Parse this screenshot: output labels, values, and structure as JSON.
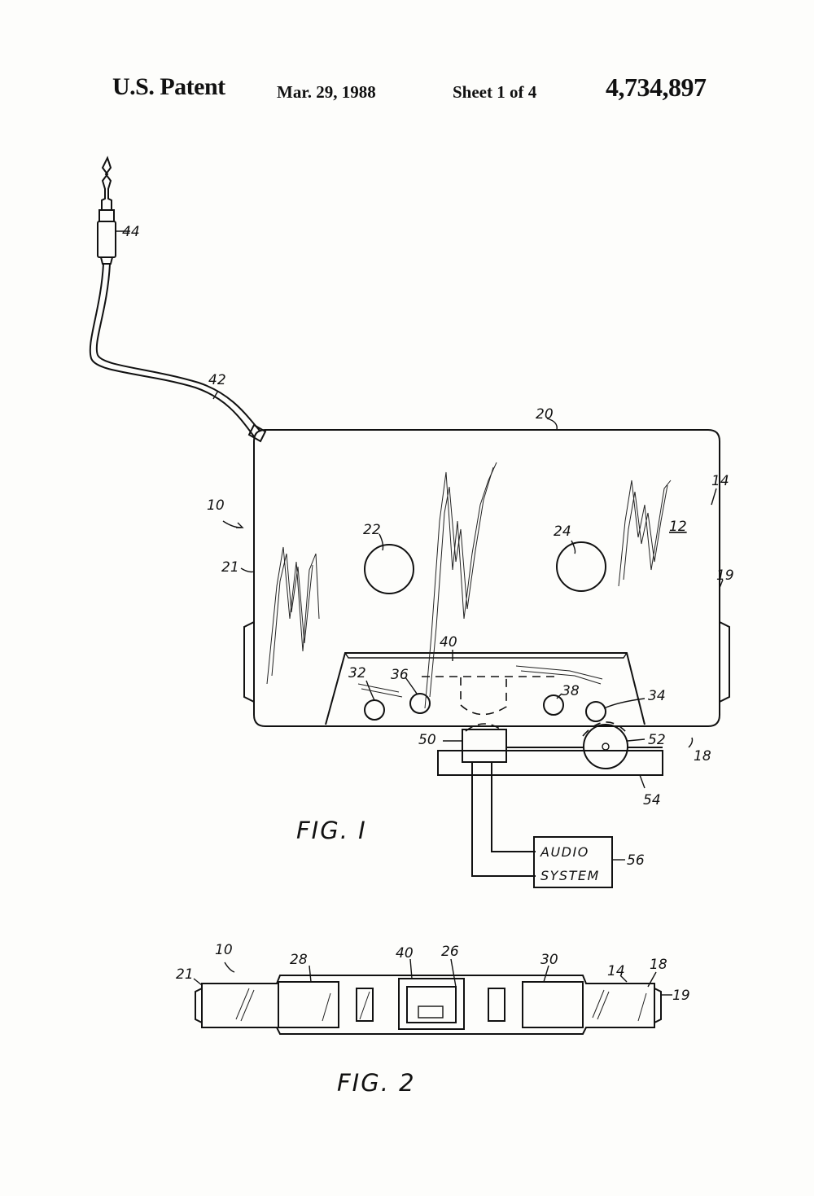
{
  "header": {
    "label": "U.S. Patent",
    "date": "Mar. 29, 1988",
    "sheet": "Sheet 1 of 4",
    "number": "4,734,897"
  },
  "figures": {
    "fig1": {
      "caption": "FIG. I",
      "box": {
        "line1": "AUDIO",
        "line2": "SYSTEM"
      },
      "refs": {
        "r10": "10",
        "r12": "12",
        "r14": "14",
        "r18": "18",
        "r19": "19",
        "r20": "20",
        "r21": "21",
        "r22": "22",
        "r24": "24",
        "r32": "32",
        "r34": "34",
        "r36": "36",
        "r38": "38",
        "r40": "40",
        "r42": "42",
        "r44": "44",
        "r50": "50",
        "r52": "52",
        "r54": "54",
        "r56": "56"
      }
    },
    "fig2": {
      "caption": "FIG. 2",
      "refs": {
        "r10": "10",
        "r14": "14",
        "r18": "18",
        "r19": "19",
        "r21": "21",
        "r26": "26",
        "r28": "28",
        "r30": "30",
        "r40": "40"
      }
    }
  },
  "colors": {
    "ink": "#111111",
    "paper": "#fdfdfb"
  }
}
